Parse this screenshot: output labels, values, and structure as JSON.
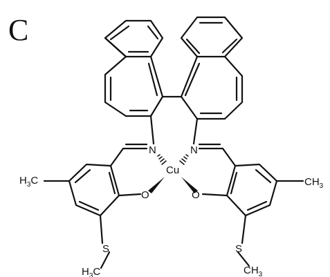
{
  "figure": {
    "panel_label": "C",
    "atoms": {
      "n_left": "N",
      "n_right": "N",
      "metal": "Cu",
      "o_left": "O",
      "o_right": "O",
      "s_left": "S",
      "s_right": "S",
      "me_left_base": "H",
      "me_left_sub": "3",
      "me_left_c": "C",
      "me_right_c": "CH",
      "me_right_sub": "3",
      "sme_left_base": "H",
      "sme_left_sub": "3",
      "sme_left_c": "C",
      "sme_right_c": "CH",
      "sme_right_sub": "3"
    }
  }
}
